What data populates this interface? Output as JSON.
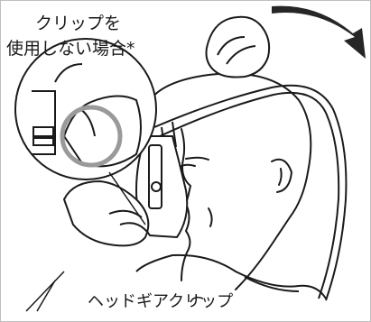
{
  "callout": {
    "line1": "クリップを",
    "line2": "使用しない場合*"
  },
  "bottom_label": "ヘッドギアクリップ",
  "colors": {
    "line": "#1a1a1a",
    "arrow": "#262626",
    "highlight_circle": "#9a9a9a",
    "background": "#ffffff",
    "border": "#bfbfbf"
  }
}
